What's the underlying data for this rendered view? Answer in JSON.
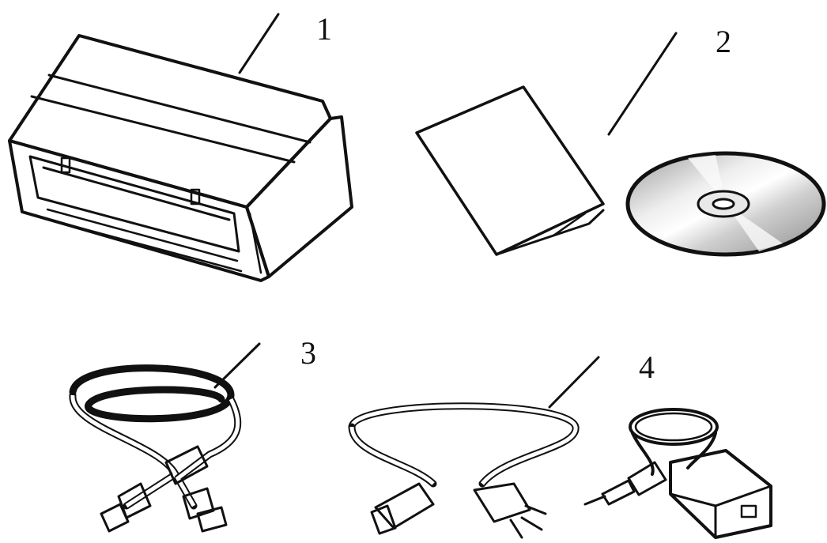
{
  "callouts": [
    {
      "id": "1",
      "label": "1"
    },
    {
      "id": "2",
      "label": "2"
    },
    {
      "id": "3",
      "label": "3"
    },
    {
      "id": "4",
      "label": "4"
    }
  ],
  "items": [
    "scanner",
    "quick-guide",
    "cd-rom",
    "usb-cable",
    "power-cord",
    "power-adapter"
  ],
  "colors": {
    "ink": "#111111",
    "background": "#ffffff",
    "disc_hub": "#e9e9e9"
  }
}
